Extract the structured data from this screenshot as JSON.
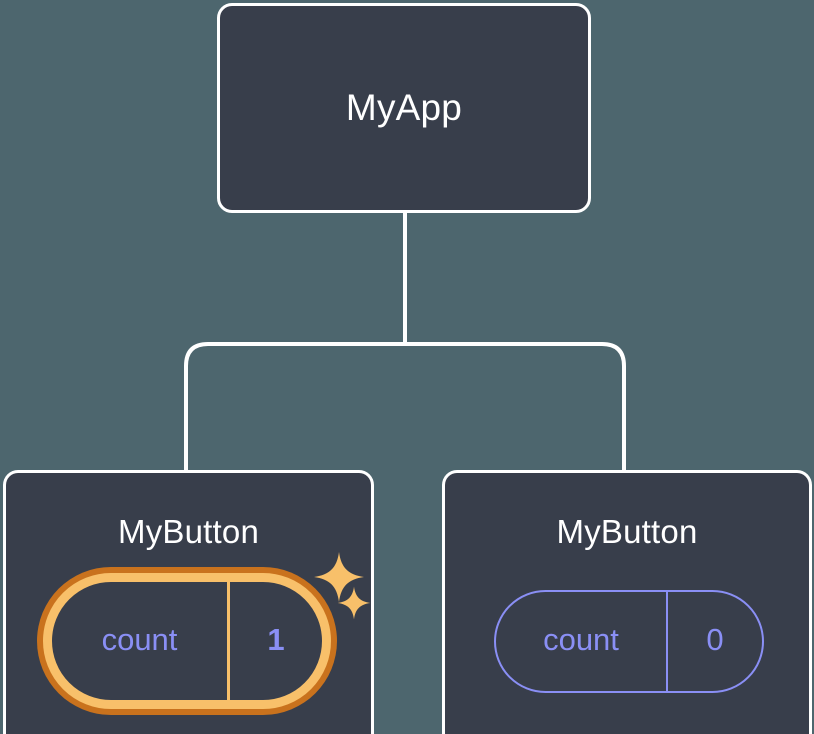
{
  "diagram": {
    "type": "component-tree",
    "background_color": "#4d666e",
    "node_fill_color": "#383e4b",
    "node_border_color": "#ffffff",
    "connector_color": "#ffffff",
    "highlight_color": "#f8c06a",
    "highlight_outline_color": "#c9721d",
    "state_text_color": "#8a8ff5"
  },
  "root": {
    "title": "MyApp"
  },
  "children": [
    {
      "title": "MyButton",
      "state": {
        "label": "count",
        "value": "1"
      },
      "highlighted": true,
      "sparkles": [
        {
          "name": "sparkle-large",
          "glyph": "four-point-star"
        },
        {
          "name": "sparkle-small",
          "glyph": "four-point-star"
        }
      ]
    },
    {
      "title": "MyButton",
      "state": {
        "label": "count",
        "value": "0"
      },
      "highlighted": false,
      "sparkles": []
    }
  ]
}
